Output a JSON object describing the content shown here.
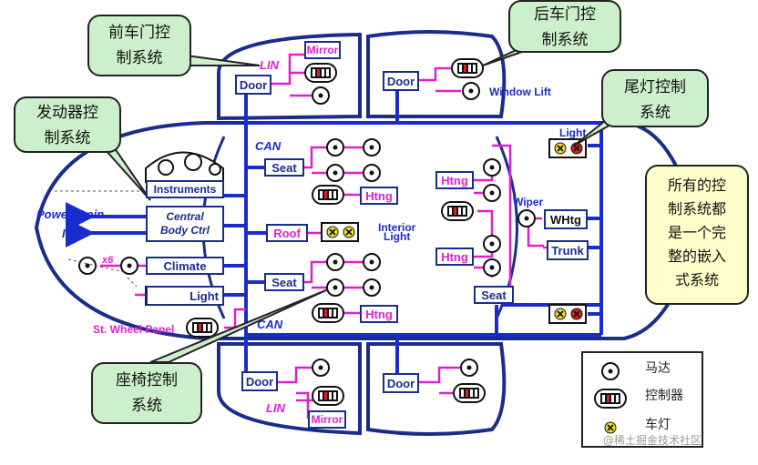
{
  "labels": {
    "can_top": "CAN",
    "can_bottom": "CAN",
    "lin_top": "LIN",
    "lin_bottom": "LIN",
    "power_train": "Power Train",
    "its": "ITS",
    "x6": "x6",
    "window_lift": "Window Lift",
    "wiper": "Wiper",
    "interior": "Interior",
    "light": "Light",
    "light_rear": "Light",
    "st_wheel_panel": "St. Wheel Panel",
    "watermark": "@稀土掘金技术社区"
  },
  "boxes": {
    "door_fl": "Door",
    "door_rl": "Door",
    "door_fr": "Door",
    "door_rr": "Door",
    "mirror_top": "Mirror",
    "mirror_bottom": "Mirror",
    "instruments": "Instruments",
    "central_1": "Central",
    "central_2": "Body Ctrl",
    "climate": "Climate",
    "light_front": "Light",
    "seat_top": "Seat",
    "seat_bottom": "Seat",
    "seat_rear": "Seat",
    "roof": "Roof",
    "htng_front_top": "Htng",
    "htng_front_bottom": "Htng",
    "htng_rear_top": "Htng",
    "htng_rear_bottom": "Htng",
    "whtg": "WHtg",
    "trunk": "Trunk"
  },
  "callouts": {
    "front_door": [
      "前车门控",
      "制系统"
    ],
    "rear_door": [
      "后车门控",
      "制系统"
    ],
    "engine": [
      "发动器控",
      "制系统"
    ],
    "tail_light": [
      "尾灯控制",
      "系统"
    ],
    "seat": [
      "座椅控制",
      "系统"
    ],
    "note": [
      "所有的控",
      "制系统都",
      "是一个完",
      "整的嵌入",
      "式系统"
    ]
  },
  "legend": {
    "motor": "马达",
    "controller": "控制器",
    "lamp": "车灯"
  },
  "colors": {
    "bus": "#1a2dcc",
    "outline": "#1a2d8c",
    "lin": "#e020d0",
    "callout_fill": "#ccf0cc",
    "note_fill": "#ffffcc",
    "lamp": "#f0e020",
    "lamp_red": "#e02020"
  }
}
